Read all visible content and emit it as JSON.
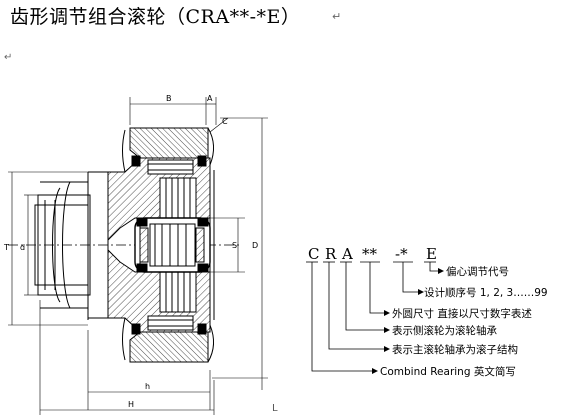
{
  "title": "齿形调节组合滚轮（CRA**-*E）",
  "marks": {
    "title_mark": "↵",
    "mark_2": "↵",
    "end_mark": "L"
  },
  "dimensions": {
    "B": "B",
    "A": "A",
    "C": "C",
    "T": "T",
    "d": "d",
    "S": "S",
    "D": "D",
    "h": "h",
    "H": "H"
  },
  "code": {
    "c1": "C",
    "c2": "R",
    "c3": "A",
    "c4": "**",
    "c5": "-*",
    "c6": "E"
  },
  "legend": [
    "偏心调节代号",
    "设计顺序号 1, 2, 3……99",
    "外圆尺寸 直接以尺寸数字表述",
    "表示侧滚轮为滚轮轴承",
    "表示主滚轮轴承为滚子结构",
    "Combind Rearing 英文简写"
  ]
}
